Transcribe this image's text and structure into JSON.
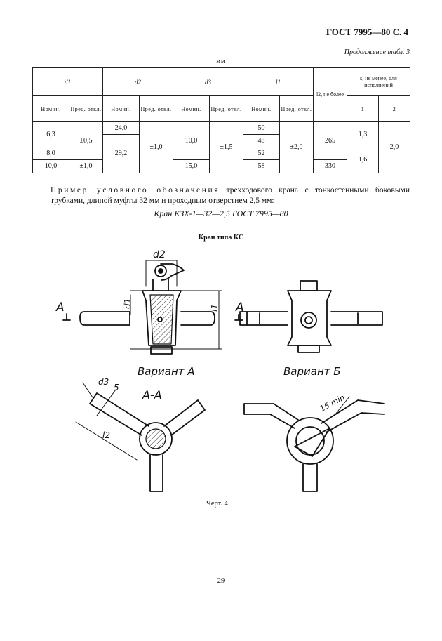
{
  "header": {
    "title": "ГОСТ 7995—80 С. 4",
    "continuation": "Продолжение табл. 3",
    "units": "мм"
  },
  "table": {
    "groups": {
      "d1": "d1",
      "d2": "d2",
      "d3": "d3",
      "l1": "l1",
      "l2": "l2, не более",
      "s": "s, не менее, для исполнений"
    },
    "sub": {
      "nomin": "Номин.",
      "pred": "Пред. откл.",
      "isp1": "1",
      "isp2": "2"
    },
    "rows": {
      "d1_nom": [
        "6,3",
        "8,0",
        "10,0"
      ],
      "d1_tol": [
        "±0,5",
        "±1,0"
      ],
      "d2_nom": [
        "24,0",
        "29,2"
      ],
      "d2_tol": "±1,0",
      "d3_nom": [
        "10,0",
        "15,0"
      ],
      "d3_tol": "±1,5",
      "l1_nom": [
        "50",
        "48",
        "52",
        "58"
      ],
      "l1_tol": "±2,0",
      "l2": [
        "265",
        "330"
      ],
      "s1": [
        "1,3",
        "1,6"
      ],
      "s2": "2,0"
    }
  },
  "example": {
    "lead": "Пример условного обозначения",
    "text": " трехходового крана с тонкостенными боковыми трубками, длиной муфты 32 мм и проходным отверстием 2,5 мм:",
    "designation": "Кран КЗХ-1—32—2,5 ГОСТ 7995—80"
  },
  "figure": {
    "title": "Кран типа КС",
    "labels": {
      "d2": "d2",
      "d1": "d1",
      "l1": "l1",
      "a_left": "А",
      "a_right": "А",
      "variant_a": "Вариант А",
      "variant_b": "Вариант Б",
      "section": "А-А",
      "d3": "d3",
      "s": "5",
      "l2": "l2",
      "min15": "15 min"
    },
    "caption": "Черт. 4"
  },
  "page_number": "29"
}
